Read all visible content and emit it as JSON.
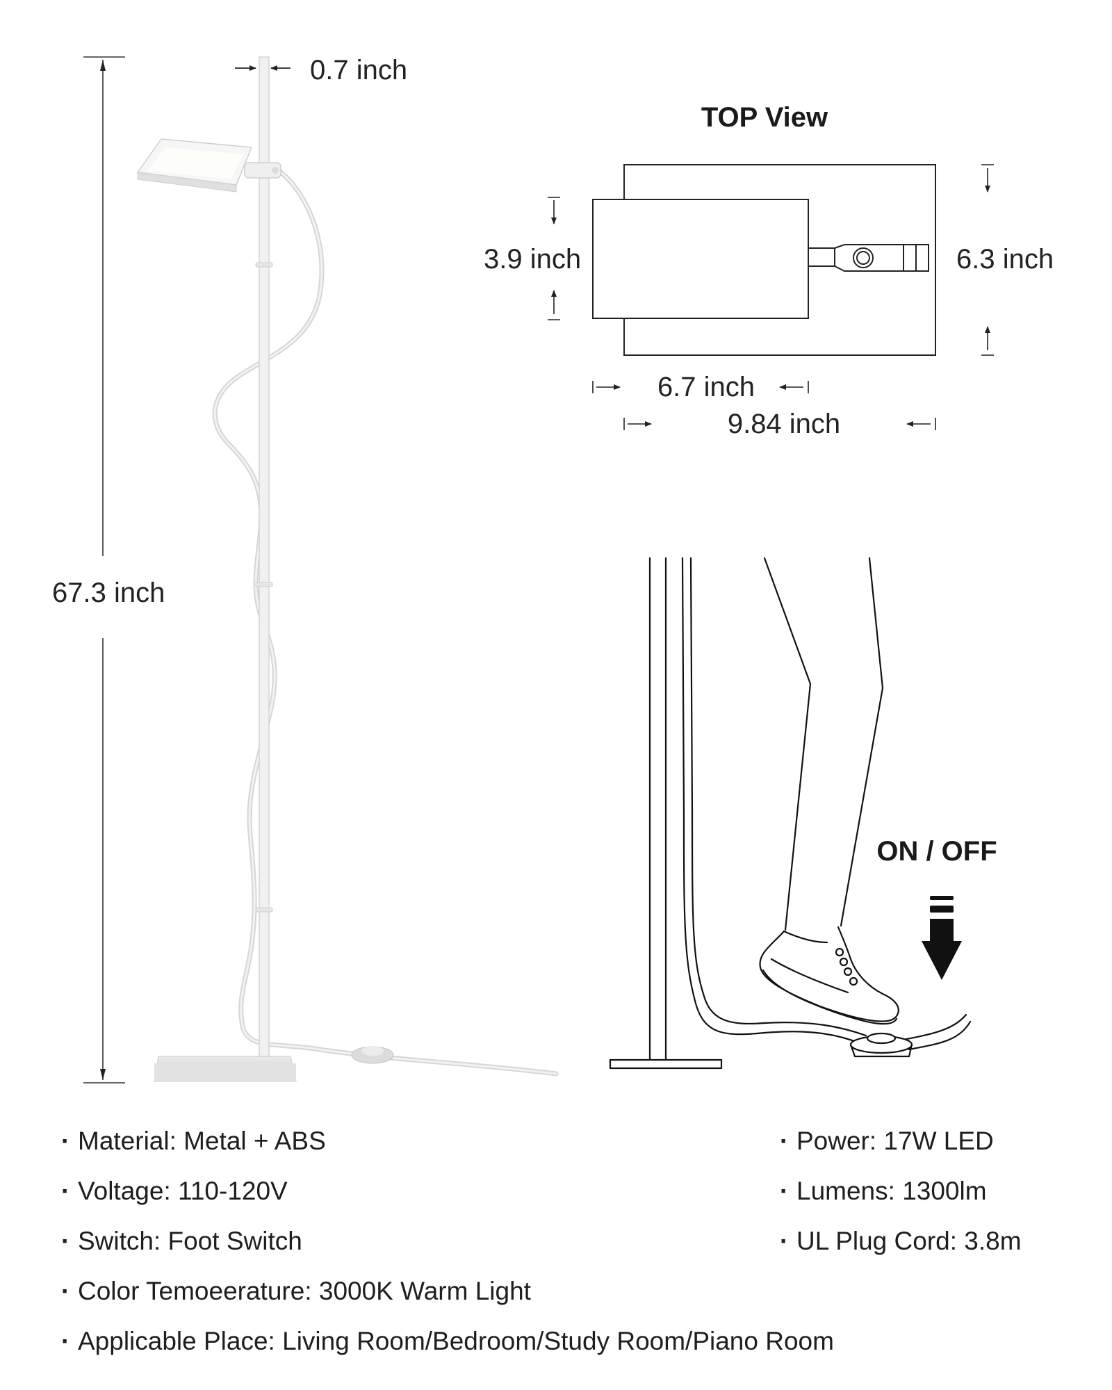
{
  "dimensions": {
    "pole_diameter": "0.7 inch",
    "total_height": "67.3 inch"
  },
  "top_view": {
    "title": "TOP View",
    "head_depth": "3.9 inch",
    "base_depth": "6.3 inch",
    "head_width": "6.7 inch",
    "base_width": "9.84 inch"
  },
  "switch_demo": {
    "label": "ON / OFF"
  },
  "specs_left": [
    {
      "bullet": "·",
      "text": "Material: Metal  + ABS"
    },
    {
      "bullet": "·",
      "text": "Voltage: 110-120V"
    },
    {
      "bullet": "·",
      "text": "Switch: Foot Switch"
    },
    {
      "bullet": "·",
      "text": "Color Temoeerature: 3000K Warm Light"
    },
    {
      "bullet": "·",
      "text": "Applicable Place: Living Room/Bedroom/Study Room/Piano Room"
    }
  ],
  "specs_right": [
    {
      "bullet": "·",
      "text": "Power: 17W LED"
    },
    {
      "bullet": "·",
      "text": "Lumens: 1300lm"
    },
    {
      "bullet": "·",
      "text": "UL Plug Cord: 3.8m"
    }
  ]
}
